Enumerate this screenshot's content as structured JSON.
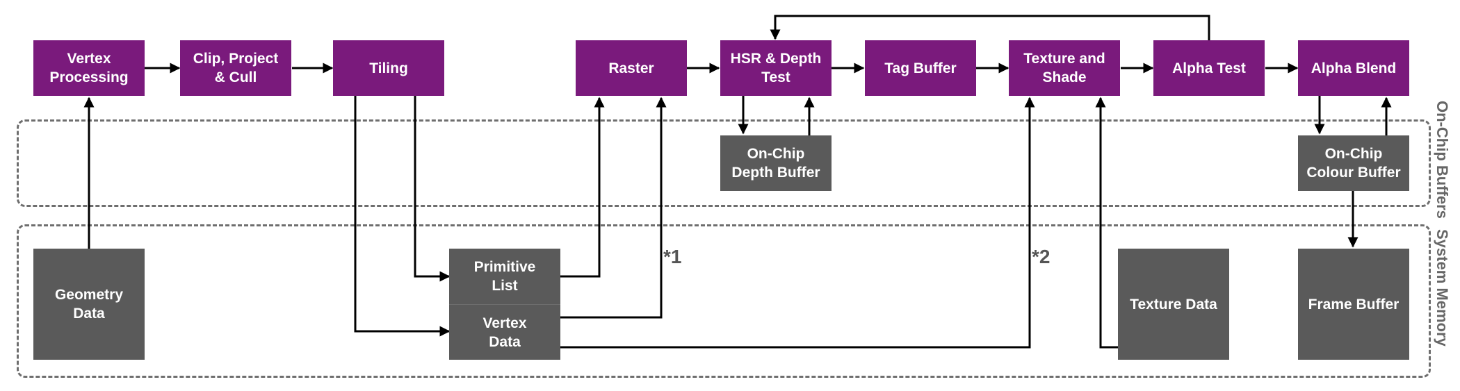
{
  "stages": {
    "vertex_processing": "Vertex\nProcessing",
    "clip_project_cull": "Clip, Project\n& Cull",
    "tiling": "Tiling",
    "raster": "Raster",
    "hsr_depth_test": "HSR & Depth\nTest",
    "tag_buffer": "Tag Buffer",
    "texture_and_shade": "Texture and\nShade",
    "alpha_test": "Alpha Test",
    "alpha_blend": "Alpha Blend"
  },
  "buffers": {
    "on_chip_depth_buffer": "On-Chip\nDepth Buffer",
    "on_chip_colour_buffer": "On-Chip\nColour Buffer"
  },
  "memory": {
    "geometry_data": "Geometry\nData",
    "primitive_list": "Primitive\nList",
    "vertex_data": "Vertex\nData",
    "texture_data": "Texture Data",
    "frame_buffer": "Frame Buffer"
  },
  "regions": {
    "on_chip_buffers": "On-Chip Buffers",
    "system_memory": "System Memory"
  },
  "notes": {
    "note_1": "*1",
    "note_2": "*2"
  },
  "colors": {
    "stage": "#7a1a7c",
    "memory": "#5a5a5a",
    "arrow": "#000000",
    "region_border": "#6e6e6e"
  }
}
